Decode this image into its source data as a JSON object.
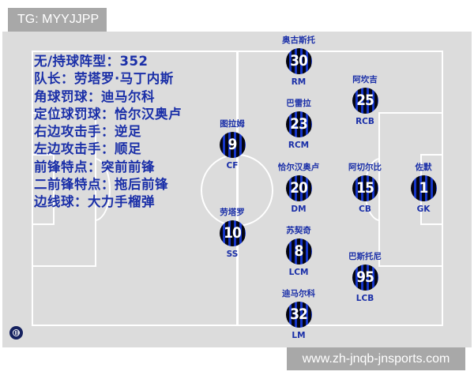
{
  "watermark_top": "TG: MYYJJPP",
  "watermark_bottom": "www.zh-jnqb-jnsports.com",
  "colors": {
    "board_bg": "#dcdcdc",
    "text_blue": "#1a2fa8",
    "jersey_black": "#050510",
    "jersey_blue": "#1535c8",
    "line_white": "#ffffff"
  },
  "info": {
    "lines": [
      "无/持球阵型：352",
      "队长：劳塔罗·马丁内斯",
      "角球罚球：迪马尔科",
      "定位球罚球：恰尔汉奥卢",
      "右边攻击手：逆足",
      "左边攻击手：顺足",
      "前锋特点：突前前锋",
      "二前锋特点：拖后前锋",
      "边线球：大力手榴弹"
    ]
  },
  "formation": "352",
  "players": [
    {
      "name": "奥古斯托",
      "number": "30",
      "position": "RM"
    },
    {
      "name": "阿坎吉",
      "number": "25",
      "position": "RCB"
    },
    {
      "name": "巴雷拉",
      "number": "23",
      "position": "RCM"
    },
    {
      "name": "图拉姆",
      "number": "9",
      "position": "CF"
    },
    {
      "name": "恰尔汉奥卢",
      "number": "20",
      "position": "DM"
    },
    {
      "name": "阿切尔比",
      "number": "15",
      "position": "CB"
    },
    {
      "name": "佐默",
      "number": "1",
      "position": "GK"
    },
    {
      "name": "劳塔罗",
      "number": "10",
      "position": "SS"
    },
    {
      "name": "苏契奇",
      "number": "8",
      "position": "LCM"
    },
    {
      "name": "巴斯托尼",
      "number": "95",
      "position": "LCB"
    },
    {
      "name": "迪马尔科",
      "number": "32",
      "position": "LM"
    }
  ],
  "logo": "inter-club-crest-icon"
}
